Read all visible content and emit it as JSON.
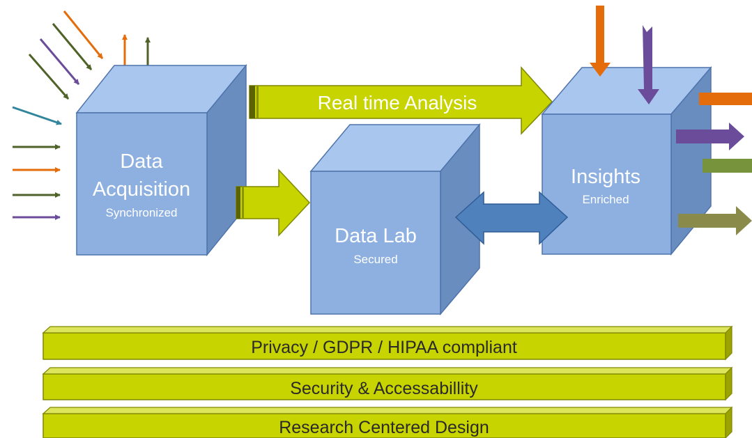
{
  "colors": {
    "cube_front": "#8db0e0",
    "cube_top": "#a9c6ee",
    "cube_side": "#6a8dc0",
    "cube_edge": "#4f74ac",
    "yellow": "#c8d400",
    "yellow_dark": "#9aa300",
    "yellow_edge": "#7f8700",
    "double_arrow": "#4f81bd",
    "orange": "#e46c0a",
    "purple": "#6b4c9a",
    "green": "#4f6228",
    "teal": "#31859c",
    "light_green": "#77933c",
    "olive": "#8a8a4a"
  },
  "boxes": {
    "acquisition": {
      "title_1": "Data",
      "title_2": "Acquisition",
      "subtitle": "Synchronized"
    },
    "lab": {
      "title": "Data Lab",
      "subtitle": "Secured"
    },
    "insights": {
      "title": "Insights",
      "subtitle": "Enriched"
    }
  },
  "arrows": {
    "realtime": {
      "label": "Real time Analysis"
    }
  },
  "bands": [
    {
      "label": "Privacy / GDPR / HIPAA compliant"
    },
    {
      "label": "Security & Accessabillity"
    },
    {
      "label": "Research Centered Design"
    }
  ]
}
